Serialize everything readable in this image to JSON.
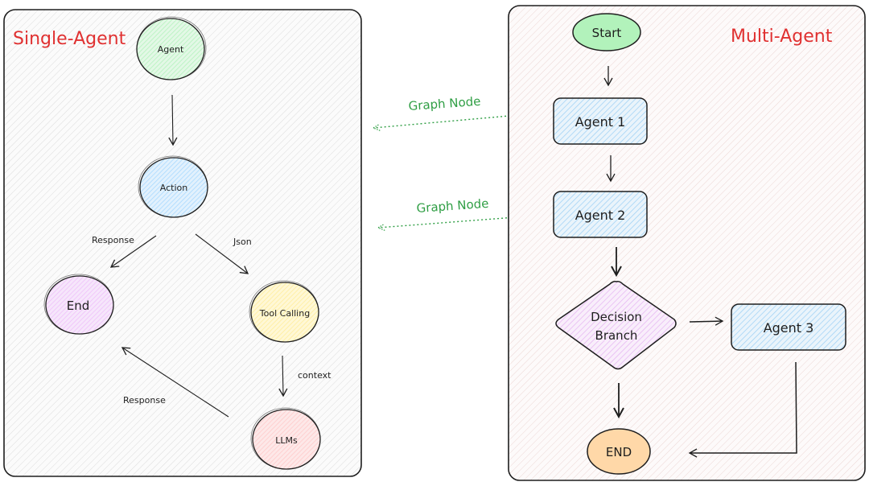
{
  "single_agent": {
    "title": "Single-Agent",
    "nodes": {
      "agent": "Agent",
      "action": "Action",
      "end": "End",
      "tool_calling": "Tool Calling",
      "llms": "LLMs"
    },
    "edges": {
      "action_to_end": "Response",
      "action_to_tool": "Json",
      "tool_to_llms": "context",
      "llms_to_end": "Response"
    }
  },
  "multi_agent": {
    "title": "Multi-Agent",
    "nodes": {
      "start": "Start",
      "agent1": "Agent 1",
      "agent2": "Agent 2",
      "decision_line1": "Decision",
      "decision_line2": "Branch",
      "agent3": "Agent 3",
      "end": "END"
    }
  },
  "connectors": {
    "graph_node_1": "Graph Node",
    "graph_node_2": "Graph Node"
  },
  "colors": {
    "title": "#e03131",
    "graph_node": "#2f9e44",
    "agent_fill": "#b2f2bb",
    "action_fill": "#a5d8ff",
    "end_fill": "#eebefa",
    "tool_fill": "#ffec99",
    "llms_fill": "#ffc9c9",
    "start_fill": "#b2f2bb",
    "agent_box_fill": "#a5d8ff",
    "decision_fill": "#eebefa",
    "end_oval_fill": "#ffd8a8"
  }
}
